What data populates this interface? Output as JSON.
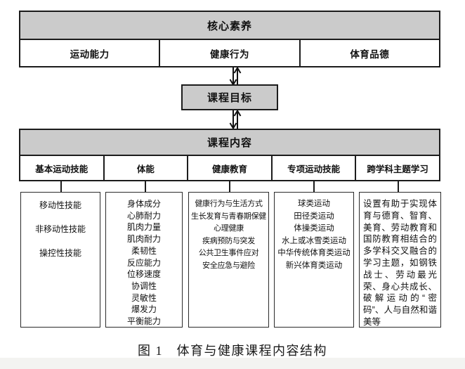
{
  "colors": {
    "header_fill": "#cbcbcb",
    "border": "#1c1c1c",
    "background": "#ffffff",
    "footer_strip": "#f3f3f1"
  },
  "core": {
    "title": "核心素养",
    "items": [
      "运动能力",
      "健康行为",
      "体育品德"
    ]
  },
  "goal": {
    "label": "课程目标"
  },
  "content": {
    "title": "课程内容",
    "columns": [
      {
        "header": "基本运动技能",
        "items": [
          "移动性技能",
          "非移动性技能",
          "操控性技能"
        ]
      },
      {
        "header": "体能",
        "items": [
          "身体成分",
          "心肺耐力",
          "肌肉力量",
          "肌肉耐力",
          "柔韧性",
          "反应能力",
          "位移速度",
          "协调性",
          "灵敏性",
          "爆发力",
          "平衡能力"
        ]
      },
      {
        "header": "健康教育",
        "items": [
          "健康行为与生活方式",
          "生长发育与青春期保健",
          "心理健康",
          "疾病预防与突发",
          "公共卫生事件应对",
          "安全应急与避险"
        ]
      },
      {
        "header": "专项运动技能",
        "items": [
          "球类运动",
          "田径类运动",
          "体操类运动",
          "水上或冰雪类运动",
          "中华传统体育类运动",
          "新兴体育类运动"
        ]
      },
      {
        "header": "跨学科主题学习",
        "paragraph": "设置有助于实现体育与德育、智育、美育、劳动教育和国防教育相结合的多学科交叉融合的学习主题，如钢铁战士、劳动最光荣、身心共成长、破解运动的“密码”、人与自然和谐美等"
      }
    ]
  },
  "caption": "图 1　体育与健康课程内容结构"
}
